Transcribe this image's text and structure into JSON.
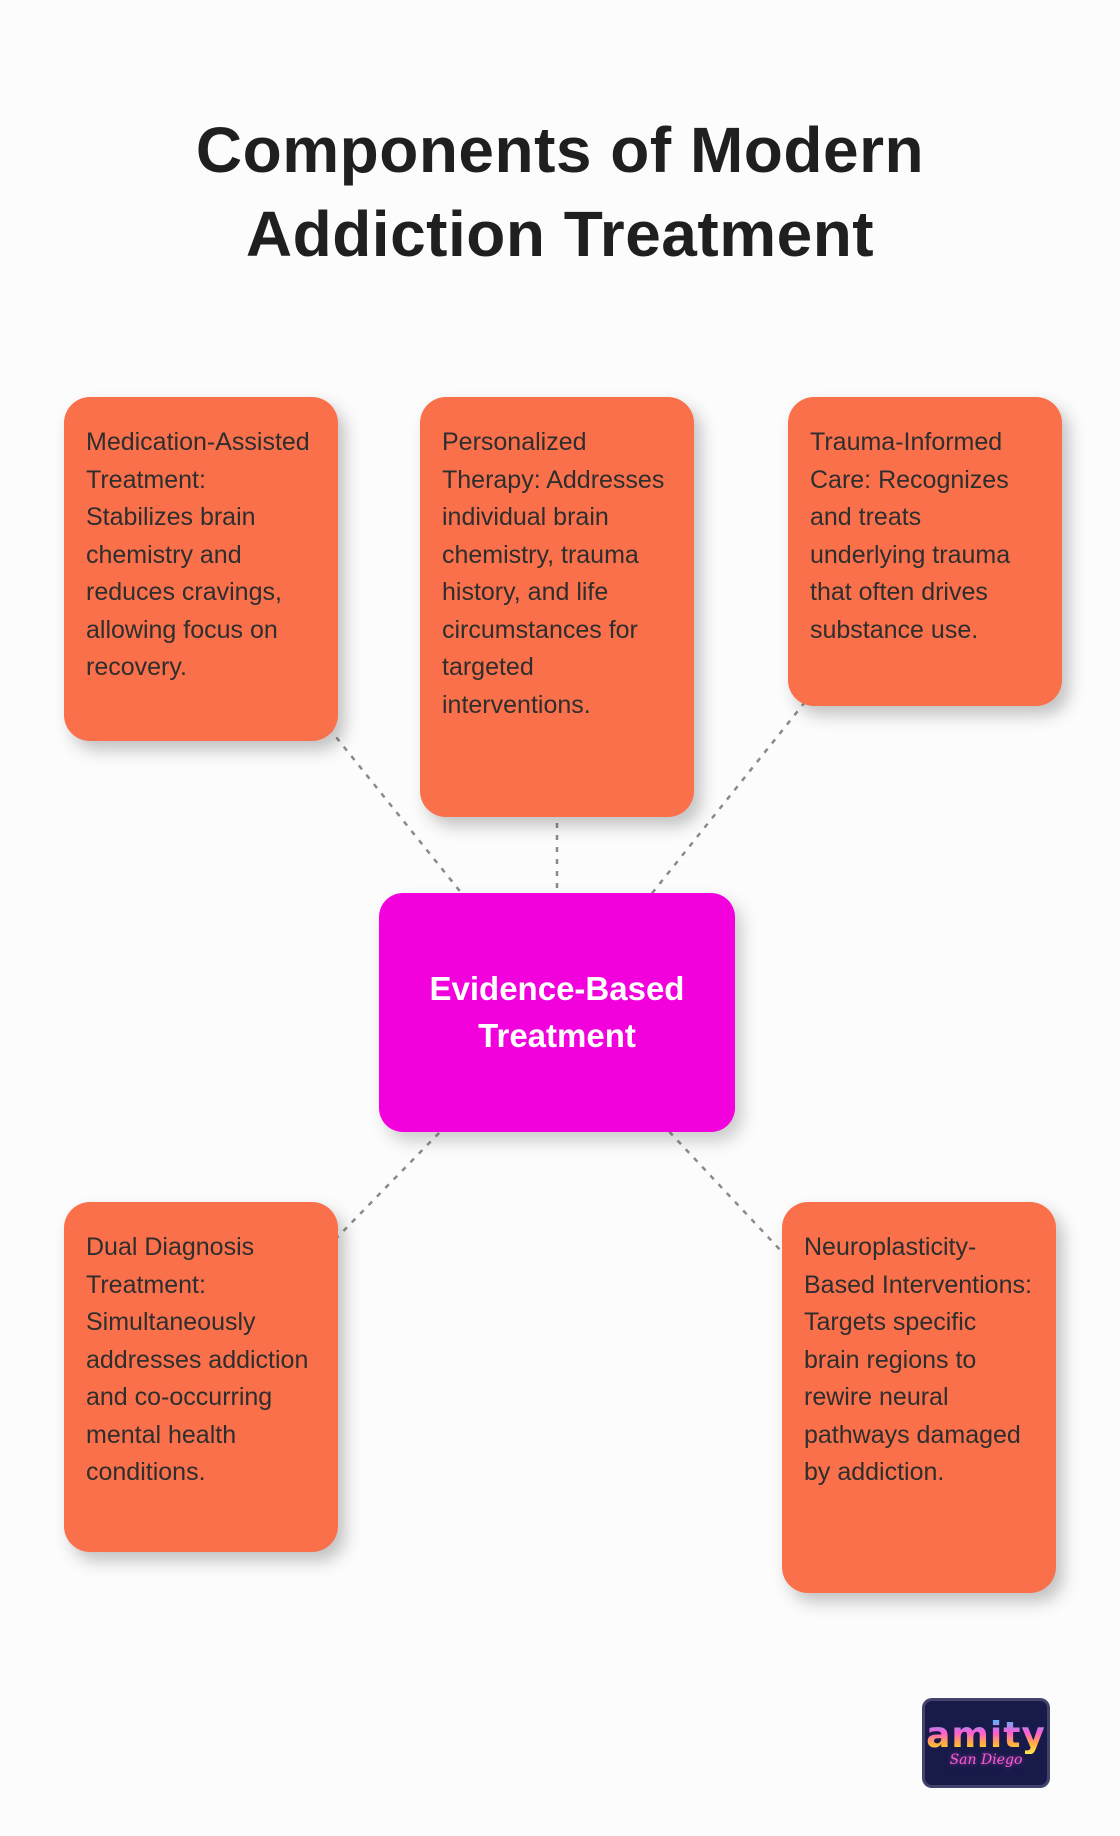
{
  "page": {
    "title": "Components of Modern Addiction Treatment"
  },
  "center": {
    "label": "Evidence-Based Treatment"
  },
  "nodes": [
    {
      "id": "medication-assisted-treatment",
      "text": "Medication-Assisted Treatment: Stabilizes brain chemistry and reduces cravings, allowing focus on recovery."
    },
    {
      "id": "personalized-therapy",
      "text": "Personalized Therapy: Addresses individual brain chemistry, trauma history, and life circumstances for targeted interventions."
    },
    {
      "id": "trauma-informed-care",
      "text": "Trauma-Informed Care: Recognizes and treats underlying trauma that often drives substance use."
    },
    {
      "id": "dual-diagnosis-treatment",
      "text": "Dual Diagnosis Treatment: Simultaneously addresses addiction and co-occurring mental health conditions."
    },
    {
      "id": "neuroplasticity-based-interventions",
      "text": "Neuroplasticity-Based Interventions: Targets specific brain regions to rewire neural pathways damaged by addiction."
    }
  ],
  "colors": {
    "page_bg": "#FCFCFC",
    "node_bg": "#F9704A",
    "center_bg": "#F201DC",
    "connector": "#8A8A8A",
    "title_color": "#1F1F1F",
    "node_text": "#2E2E2E",
    "center_text": "#FFFFFF"
  },
  "logo": {
    "brand": "amity",
    "sub": "San Diego"
  }
}
